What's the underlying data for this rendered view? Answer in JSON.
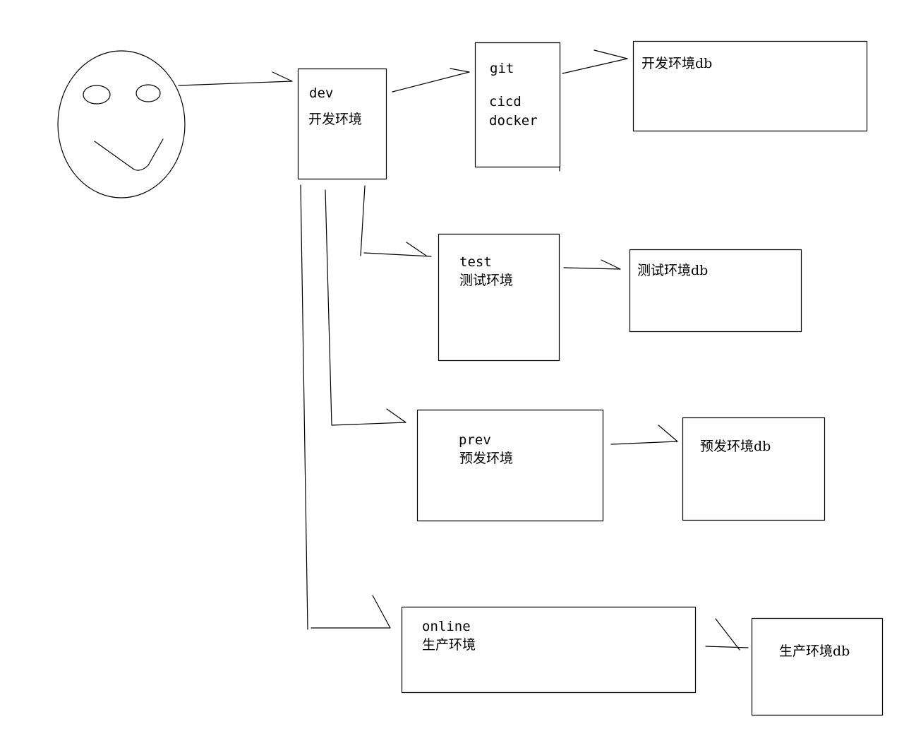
{
  "canvas": {
    "background": "#ffffff",
    "stroke_color": "#000000"
  },
  "dev": {
    "name": "dev",
    "label": "开发环境"
  },
  "tools": {
    "line1": "git",
    "line2": "cicd",
    "line3": "docker"
  },
  "dev_db": {
    "label": "开发环境db"
  },
  "test": {
    "name": "test",
    "label": "测试环境"
  },
  "test_db": {
    "label": "测试环境db"
  },
  "prev": {
    "name": "prev",
    "label": "预发环境"
  },
  "prev_db": {
    "label": "预发环境db"
  },
  "online": {
    "name": "online",
    "label": "生产环境"
  },
  "online_db": {
    "label": "生产环境db"
  }
}
